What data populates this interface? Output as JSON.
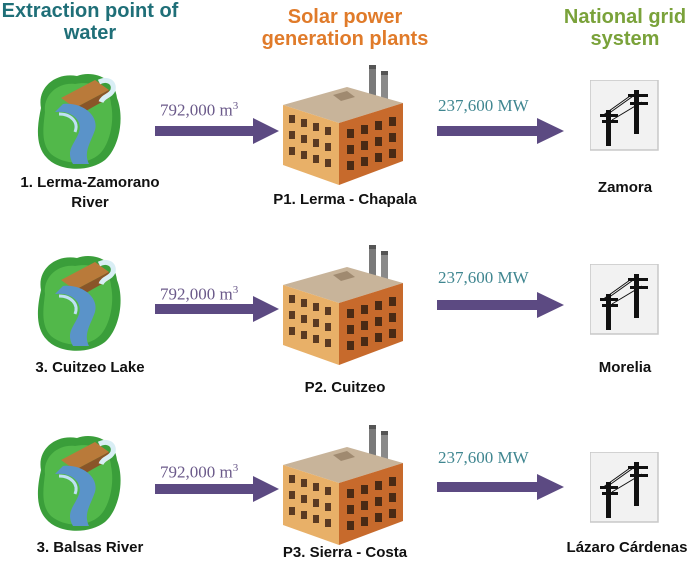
{
  "headers": {
    "source": "Extraction point of water",
    "plants": "Solar power generation plants",
    "grid": "National grid system"
  },
  "rows": [
    {
      "source": "1. Lerma-Zamorano River",
      "water_value": "792,000 m",
      "water_unit_exp": "3",
      "plant": "P1. Lerma - Chapala",
      "power": "237,600 MW",
      "grid": "Zamora"
    },
    {
      "source": "3. Cuitzeo Lake",
      "water_value": "792,000 m",
      "water_unit_exp": "3",
      "plant": "P2. Cuitzeo",
      "power": "237,600 MW",
      "grid": "Morelia"
    },
    {
      "source": "3. Balsas River",
      "water_value": "792,000 m",
      "water_unit_exp": "3",
      "plant": "P3. Sierra - Costa",
      "power": "237,600 MW",
      "grid": "Lázaro Cárdenas"
    }
  ],
  "colors": {
    "arrow": "#5c4a82",
    "source_header": "#1f6f78",
    "plant_header": "#e07b2a",
    "grid_header": "#7aa23a"
  }
}
